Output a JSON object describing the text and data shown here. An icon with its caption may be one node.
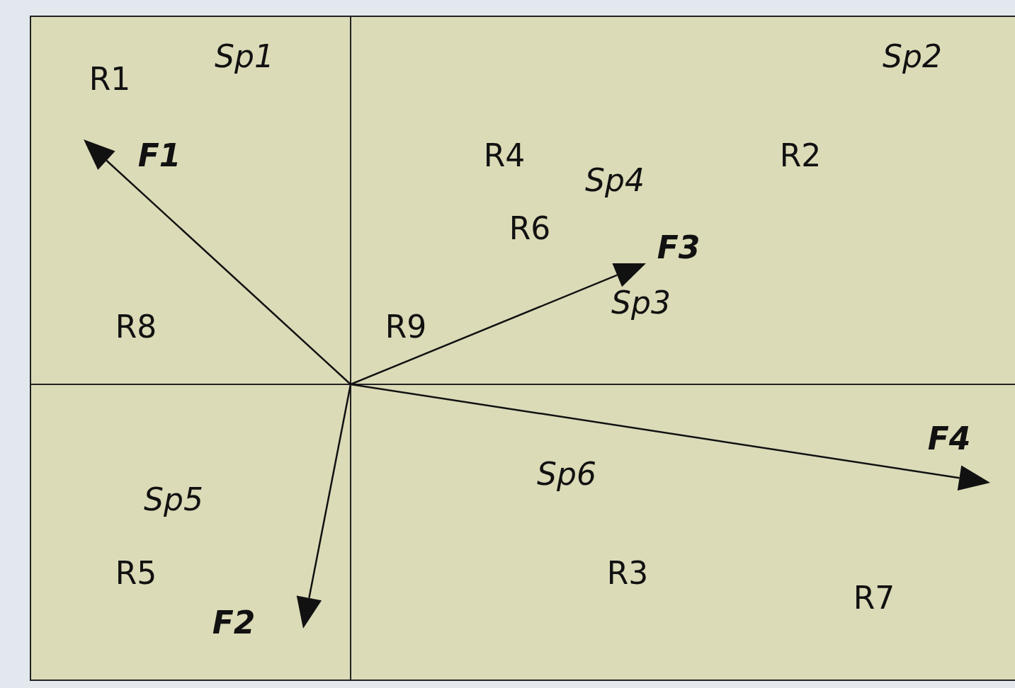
{
  "diagram": {
    "labels": [
      "R1",
      "Sp1",
      "Sp2",
      "F1",
      "R4",
      "R2",
      "Sp4",
      "R6",
      "F3",
      "Sp3",
      "R8",
      "R9",
      "F4",
      "Sp6",
      "Sp5",
      "R5",
      "R3",
      "R7",
      "F2"
    ]
  }
}
